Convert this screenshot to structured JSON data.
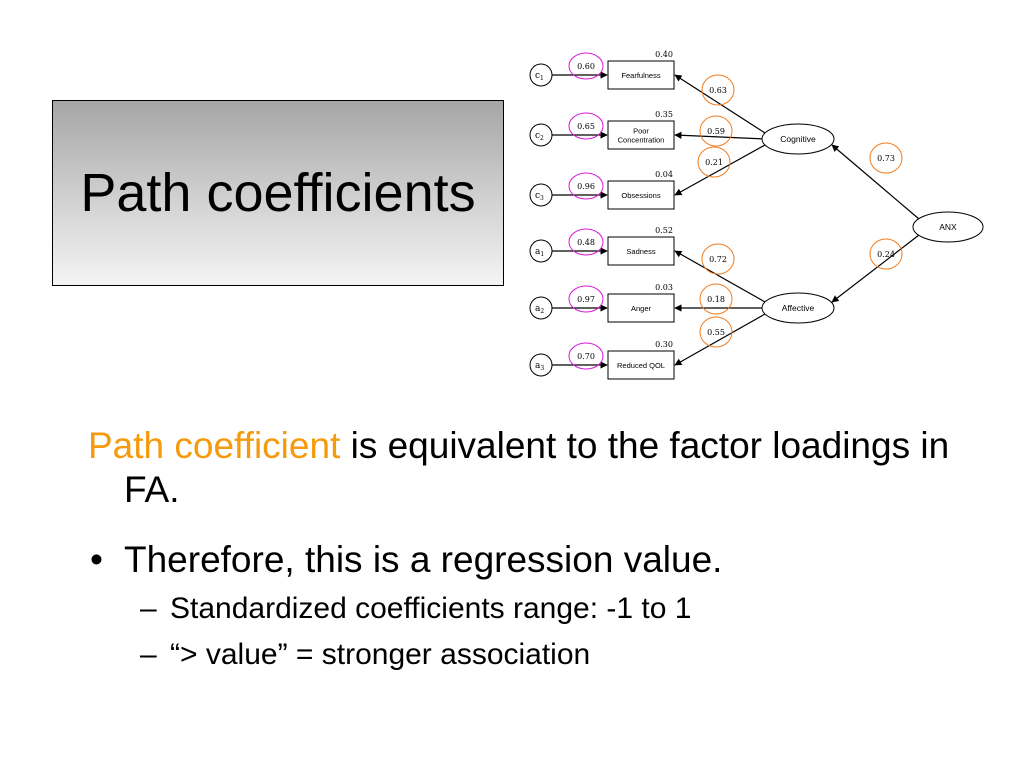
{
  "slide": {
    "title": "Path coefficients",
    "highlight": "Path coefficient",
    "text_rest": " is equivalent to the factor loadings in FA.",
    "bullet": "Therefore, this is a regression value.",
    "bullet_marker": "•",
    "sub_marker": "–",
    "sub_items": [
      "Standardized coefficients range: -1 to 1",
      "“> value” = stronger association"
    ]
  },
  "diagram": {
    "latent": {
      "cognitive": "Cognitive",
      "affective": "Affective",
      "anx": "ANX"
    },
    "indicators": [
      {
        "err": "c",
        "sub": "1",
        "label": [
          "Fearfulness"
        ],
        "err_loading": "0.60",
        "r2": "0.40"
      },
      {
        "err": "c",
        "sub": "2",
        "label": [
          "Poor",
          "Concentration"
        ],
        "err_loading": "0.65",
        "r2": "0.35"
      },
      {
        "err": "c",
        "sub": "3",
        "label": [
          "Obsessions"
        ],
        "err_loading": "0.96",
        "r2": "0.04"
      },
      {
        "err": "a",
        "sub": "1",
        "label": [
          "Sadness"
        ],
        "err_loading": "0.48",
        "r2": "0.52"
      },
      {
        "err": "a",
        "sub": "2",
        "label": [
          "Anger"
        ],
        "err_loading": "0.97",
        "r2": "0.03"
      },
      {
        "err": "a",
        "sub": "3",
        "label": [
          "Reduced QOL"
        ],
        "err_loading": "0.70",
        "r2": "0.30"
      }
    ],
    "factor_loadings": [
      "0.63",
      "0.59",
      "0.21",
      "0.72",
      "0.18",
      "0.55"
    ],
    "anx_paths": {
      "cognitive": "0.73",
      "affective": "0.24"
    },
    "colors": {
      "error_circle": "#d61ad6",
      "loading_circle": "#f07c1e",
      "highlight_text": "#f59a0d"
    }
  }
}
